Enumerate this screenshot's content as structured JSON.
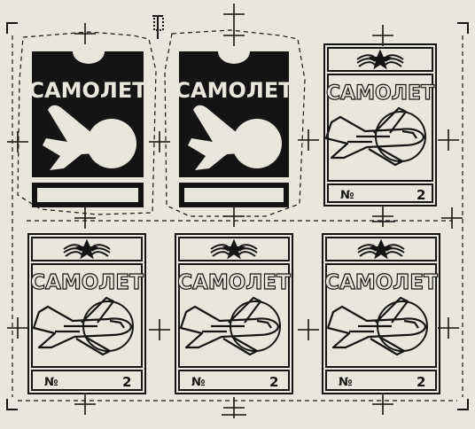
{
  "sheet": {
    "brand": "САМОЛЕТ",
    "number_mark": "№",
    "number_value": "2",
    "colors": {
      "paper": "#e9e6dd",
      "ink": "#141414"
    },
    "labels": [
      {
        "id": "label-1",
        "style": "solid"
      },
      {
        "id": "label-2",
        "style": "solid"
      },
      {
        "id": "label-3",
        "style": "outline"
      },
      {
        "id": "label-4",
        "style": "outline"
      },
      {
        "id": "label-5",
        "style": "outline"
      },
      {
        "id": "label-6",
        "style": "outline"
      }
    ]
  }
}
